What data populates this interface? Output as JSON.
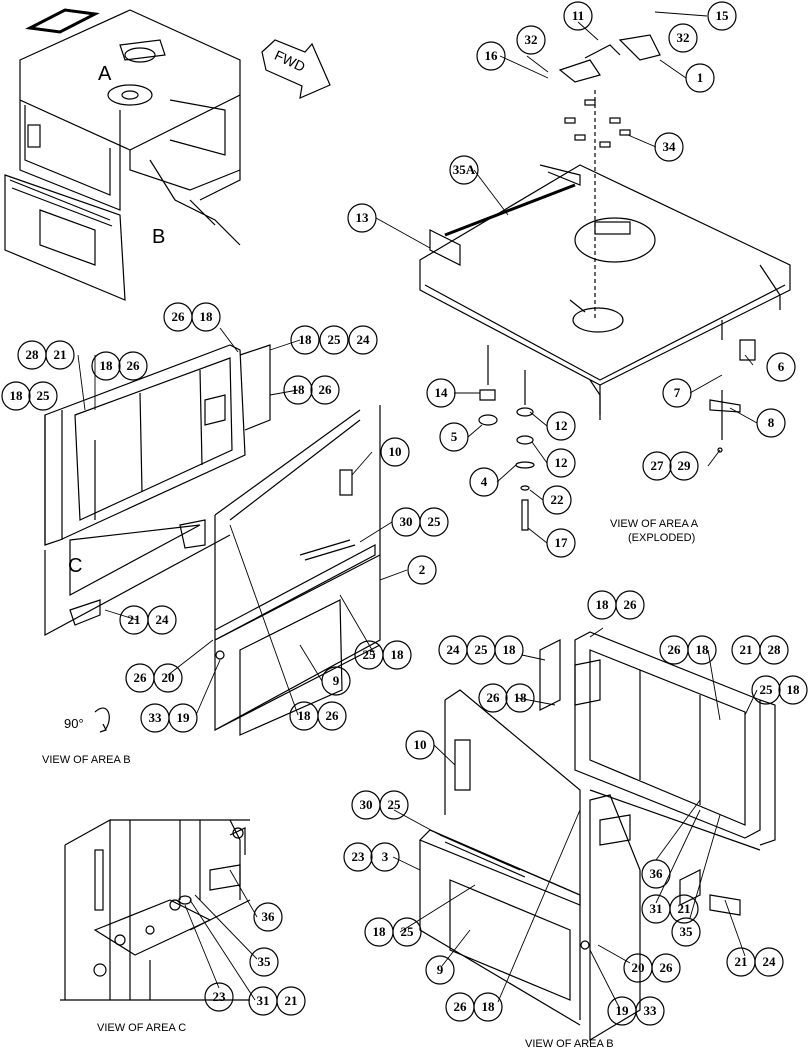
{
  "diagram": {
    "view_labels": {
      "area_a_exploded_line1": "VIEW OF AREA  A",
      "area_a_exploded_line2": "(EXPLODED)",
      "area_b_left": "VIEW OF AREA B",
      "area_c": "VIEW OF AREA C",
      "area_b_right": "VIEW OF AREA B"
    },
    "area_letters": {
      "a": "A",
      "b": "B",
      "c": "C"
    },
    "fwd_arrow_label": "FWD",
    "rotation_label": "90°",
    "colors": {
      "line": "#000000",
      "background": "#ffffff"
    },
    "callouts": {
      "c1": "15",
      "c2": "11",
      "c3": "32",
      "c4": "32",
      "c5": "16",
      "c6": "1",
      "c7": "34",
      "c8": "35A",
      "c9": "13",
      "c10": "6",
      "c11": "7",
      "c12": "8",
      "c13": "14",
      "c14": "12",
      "c15": "5",
      "c16": "12",
      "c17": "4",
      "c18": "22",
      "c19": "17",
      "c20": "27",
      "c21": "29",
      "c22": "26",
      "c23": "18",
      "c24": "28",
      "c25": "21",
      "c26": "18",
      "c27": "26",
      "c28": "18",
      "c29": "25",
      "c30": "24",
      "c31": "18",
      "c32": "25",
      "c33": "18",
      "c34": "26",
      "c35": "10",
      "c36": "30",
      "c37": "25",
      "c38": "2",
      "c39": "21",
      "c40": "24",
      "c41": "25",
      "c42": "18",
      "c43": "26",
      "c44": "20",
      "c45": "9",
      "c46": "33",
      "c47": "19",
      "c48": "18",
      "c49": "26",
      "c50": "18",
      "c51": "26",
      "c52": "24",
      "c53": "25",
      "c54": "18",
      "c55": "26",
      "c56": "18",
      "c57": "21",
      "c58": "28",
      "c59": "26",
      "c60": "18",
      "c61": "25",
      "c62": "18",
      "c63": "10",
      "c64": "30",
      "c65": "25",
      "c66": "23",
      "c67": "3",
      "c68": "36",
      "c69": "31",
      "c70": "21",
      "c71": "35",
      "c72": "18",
      "c73": "25",
      "c74": "21",
      "c75": "24",
      "c76": "9",
      "c77": "20",
      "c78": "26",
      "c79": "26",
      "c80": "18",
      "c81": "19",
      "c82": "33",
      "c83": "36",
      "c84": "35",
      "c85": "23",
      "c86": "31",
      "c87": "21"
    }
  }
}
